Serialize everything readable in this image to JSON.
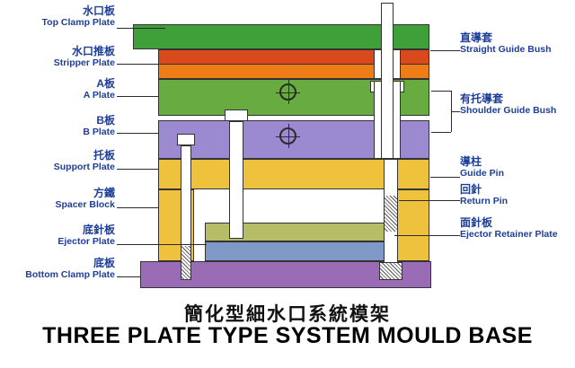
{
  "titles": {
    "zh": "簡化型細水口系統模架",
    "en": "THREE PLATE TYPE SYSTEM MOULD BASE"
  },
  "left_labels": [
    {
      "zh": "水口板",
      "en": "Top Clamp Plate"
    },
    {
      "zh": "水口推板",
      "en": "Stripper Plate"
    },
    {
      "zh": "A板",
      "en": "A Plate"
    },
    {
      "zh": "B板",
      "en": "B Plate"
    },
    {
      "zh": "托板",
      "en": "Support Plate"
    },
    {
      "zh": "方鐵",
      "en": "Spacer Block"
    },
    {
      "zh": "底針板",
      "en": "Ejector Plate"
    },
    {
      "zh": "底板",
      "en": "Bottom Clamp Plate"
    }
  ],
  "right_labels": [
    {
      "zh": "直導套",
      "en": "Straight Guide Bush"
    },
    {
      "zh": "有托導套",
      "en": "Shoulder Guide Bush"
    },
    {
      "zh": "導柱",
      "en": "Guide Pin"
    },
    {
      "zh": "回針",
      "en": "Return Pin"
    },
    {
      "zh": "面針板",
      "en": "Ejector Retainer Plate"
    }
  ],
  "colors": {
    "top_clamp_plate": "#3fa03a",
    "stripper_plate_upper": "#d84a1b",
    "stripper_plate_lower": "#ee7d18",
    "a_plate": "#68ac41",
    "b_plate": "#9c8ad0",
    "support_plate": "#eec23d",
    "spacer_block": "#eec23d",
    "ejector_retainer_plate": "#b7bd66",
    "ejector_plate": "#7f98c6",
    "bottom_clamp_plate": "#9a6cb5",
    "label_text": "#1d3e99",
    "outline": "#333333",
    "background": "#ffffff"
  }
}
